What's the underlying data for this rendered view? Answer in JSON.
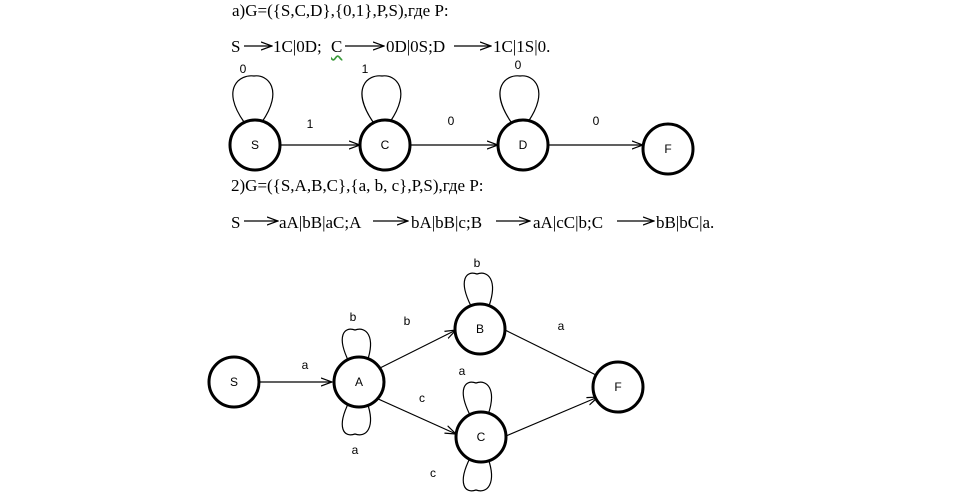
{
  "part_a": {
    "grammar": "а)G=({S,C,D},{0,1},P,S),где  P:",
    "rules": {
      "r1_lhs": "S",
      "r1_rhs_a": "1C|0D;",
      "r1_rhs_b": "C",
      "r2_rhs": "0D|0S;D",
      "r3_rhs": "1C|1S|0."
    },
    "states": [
      "S",
      "C",
      "D",
      "F"
    ],
    "loops": [
      "0",
      "1",
      "0"
    ],
    "edges": [
      "1",
      "0",
      "0"
    ]
  },
  "part_b": {
    "grammar": "2)G=({S,A,B,C},{a, b, c},P,S),где  P:",
    "rules": {
      "lhs": "S",
      "r1": "aA|bB|aC;A",
      "r2": "bA|bB|c;B",
      "r3": "aA|cC|b;C",
      "r4": "bB|bC|a."
    },
    "states": [
      "S",
      "A",
      "B",
      "C",
      "F"
    ],
    "loops": {
      "A_top": "b",
      "A_bottom": "a",
      "B": "b",
      "C_top": "a",
      "C_bottom": "c"
    },
    "edges": {
      "S_A": "a",
      "A_B": "b",
      "A_C": "c",
      "B_F": "a"
    }
  }
}
